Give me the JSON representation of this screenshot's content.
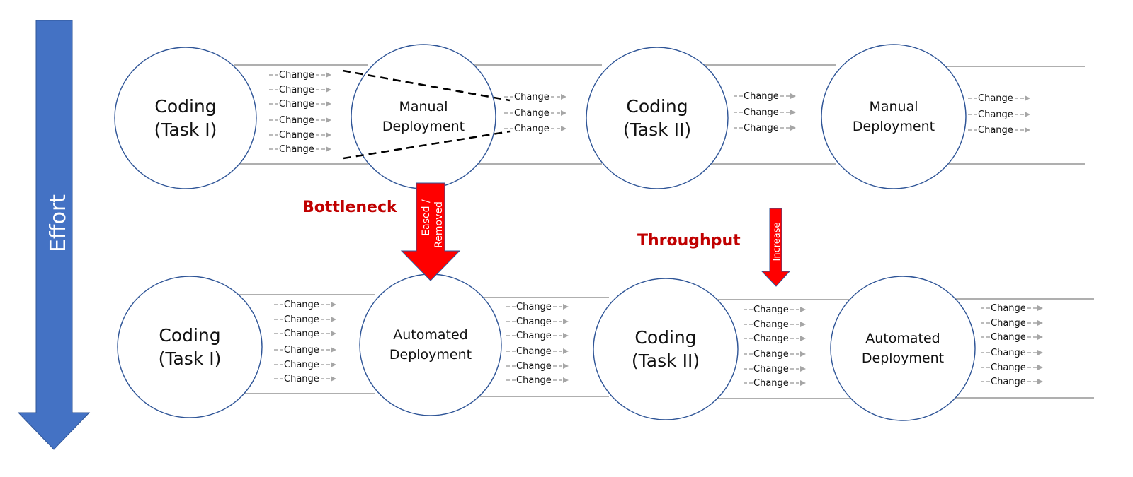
{
  "effort_arrow": {
    "label": "Effort",
    "color": "#4472c4"
  },
  "rows": [
    {
      "id": "manual",
      "nodes": [
        {
          "line1": "Coding",
          "line2": "(Task I)",
          "kind": "coding"
        },
        {
          "line1": "Manual",
          "line2": "Deployment",
          "kind": "deploy"
        },
        {
          "line1": "Coding",
          "line2": "(Task II)",
          "kind": "coding"
        },
        {
          "line1": "Manual",
          "line2": "Deployment",
          "kind": "deploy"
        }
      ],
      "change_groups": [
        {
          "count": 6,
          "label": "Change"
        },
        {
          "count": 3,
          "label": "Change"
        },
        {
          "count": 3,
          "label": "Change"
        },
        {
          "count": 3,
          "label": "Change"
        }
      ]
    },
    {
      "id": "automated",
      "nodes": [
        {
          "line1": "Coding",
          "line2": "(Task I)",
          "kind": "coding"
        },
        {
          "line1": "Automated",
          "line2": "Deployment",
          "kind": "deploy"
        },
        {
          "line1": "Coding",
          "line2": "(Task II)",
          "kind": "coding"
        },
        {
          "line1": "Automated",
          "line2": "Deployment",
          "kind": "deploy"
        }
      ],
      "change_groups": [
        {
          "count": 6,
          "label": "Change"
        },
        {
          "count": 6,
          "label": "Change"
        },
        {
          "count": 6,
          "label": "Change"
        },
        {
          "count": 6,
          "label": "Change"
        }
      ]
    }
  ],
  "annotations": {
    "bottleneck": "Bottleneck",
    "throughput": "Throughput",
    "eased_arrow": {
      "line1": "Eased /",
      "line2": "Removed"
    },
    "increase_arrow": "Increase",
    "red_color": "#ff0000",
    "label_color": "#c00000"
  }
}
